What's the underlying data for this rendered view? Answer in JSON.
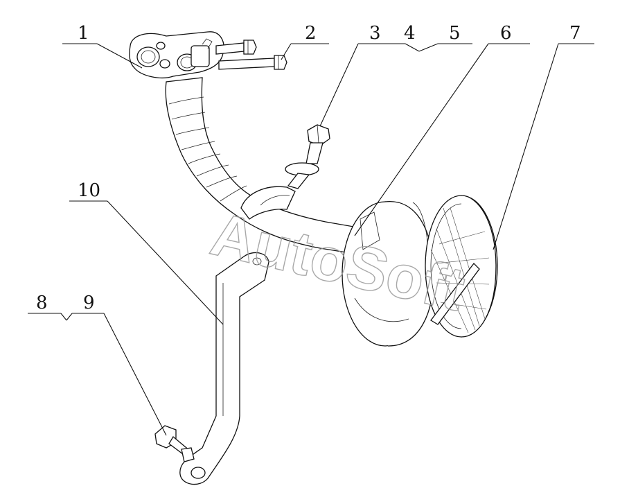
{
  "diagram": {
    "callouts": {
      "c1": "1",
      "c2": "2",
      "c3": "3",
      "c4": "4",
      "c5": "5",
      "c6": "6",
      "c7": "7",
      "c8": "8",
      "c9": "9",
      "c10": "10"
    },
    "watermark": "AutoSoft",
    "colors": {
      "line": "#111111",
      "background": "#ffffff",
      "watermark": "#9a9a9a"
    }
  }
}
